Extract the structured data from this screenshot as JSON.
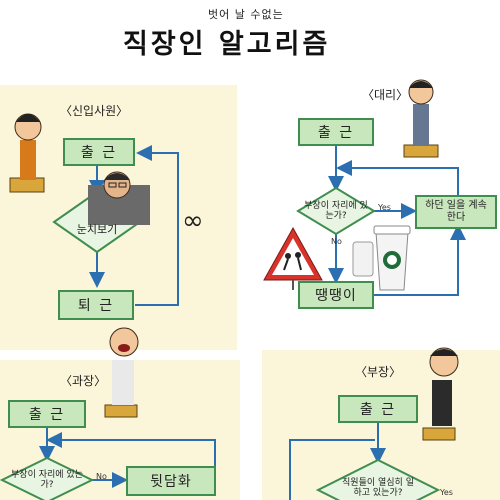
{
  "title": {
    "subtitle": "벗어 날 수없는",
    "main": "직장인 알고리즘"
  },
  "panels": {
    "newbie": {
      "label": "〈신입사원〉",
      "start": "출 근",
      "decision": "눈치보기",
      "end": "퇴 근",
      "loop_symbol": "∞"
    },
    "assistant_manager": {
      "label": "〈대리〉",
      "start": "출 근",
      "decision": "부장이 자리에 있는가?",
      "yes": "Yes",
      "no": "No",
      "action": "하던 일을 계속 한다",
      "idle": "땡땡이"
    },
    "section_chief": {
      "label": "〈과장〉",
      "start": "출 근",
      "decision": "부장이 자리에 있는가?",
      "no": "No",
      "action": "뒷담화"
    },
    "department_head": {
      "label": "〈부장〉",
      "start": "출 근",
      "decision": "직원들이 열심히 일하고 있는가?",
      "yes": "Yes"
    }
  },
  "colors": {
    "panel_bg": "#fbf6d9",
    "box_fill": "#c9e7bd",
    "box_border": "#3f8d4f",
    "flow_line": "#2c6fb0"
  }
}
